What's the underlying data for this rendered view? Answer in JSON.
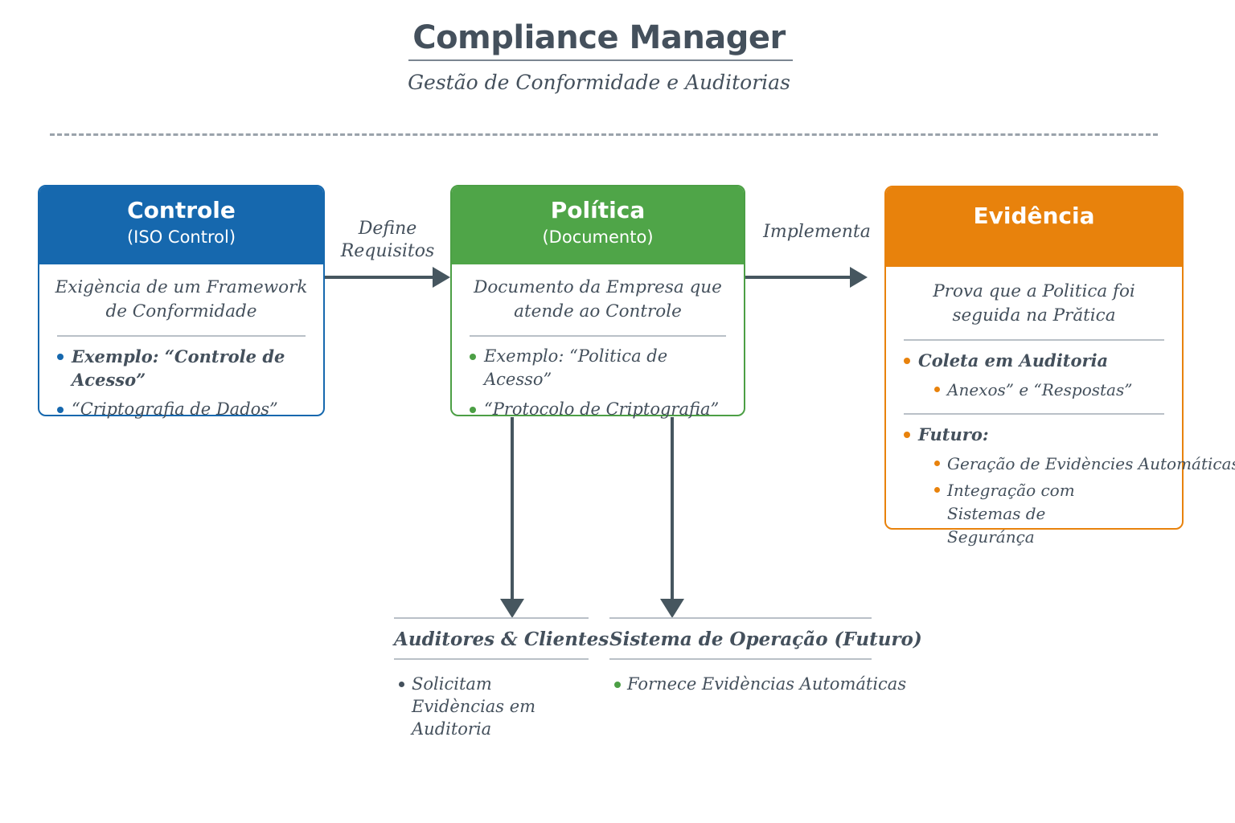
{
  "header": {
    "title": "Compliance Manager",
    "subtitle": "Gestão de Conformidade e Auditorias"
  },
  "colors": {
    "control": "#1668AE",
    "policy": "#4FA548",
    "evidence": "#E8820C",
    "text": "#44505C",
    "arrow": "#46565F",
    "divider": "#b9c0c7"
  },
  "cards": [
    {
      "id": "control",
      "header_main": "Controle",
      "header_sub": "(ISO Control)",
      "lead": "Exigència de um Framework de Conformidade",
      "bullets": [
        {
          "text": "Exemplo: “Controle de Acesso”",
          "strong": true
        },
        {
          "text": "“Criptografia de Dados”",
          "strong": false
        }
      ]
    },
    {
      "id": "policy",
      "header_main": "Política",
      "header_sub": "(Documento)",
      "lead": "Documento da Empresa que atende ao Controle",
      "bullets": [
        {
          "text": "Exemplo: “Politica de Acesso”",
          "strong": false
        },
        {
          "text": "“Protocolo de Criptografia”",
          "strong": false
        }
      ]
    },
    {
      "id": "evidence",
      "header_main": "Evidência",
      "header_sub": "",
      "lead": "Prova que a Politica foi seguida na Prătica",
      "bullets": [
        {
          "text": "Coleta em Auditoria",
          "strong": true
        },
        {
          "text": "Futuro:",
          "strong": true
        }
      ],
      "sub_bullets_1": [
        {
          "text": "Anexos” e “Respostas”"
        }
      ],
      "sub_bullets_2": [
        {
          "text": "Geração de Evidències Automáticas"
        },
        {
          "text": "Integração com Sistemas de Seguránça"
        }
      ]
    }
  ],
  "arrows": [
    {
      "id": "define-requisitos",
      "label_line1": "Define",
      "label_line2": "Requisitos"
    },
    {
      "id": "implementa",
      "label_line1": "Implementa",
      "label_line2": ""
    }
  ],
  "sections": [
    {
      "id": "auditors",
      "title": "Auditores & Clientes",
      "bullets": [
        {
          "text": "Solicitam Evidèncias em Auditoria"
        }
      ]
    },
    {
      "id": "operations",
      "title": "Sistema de Operação (Futuro)",
      "bullets": [
        {
          "text": "Fornece Evidèncias Automáticas"
        }
      ]
    }
  ]
}
